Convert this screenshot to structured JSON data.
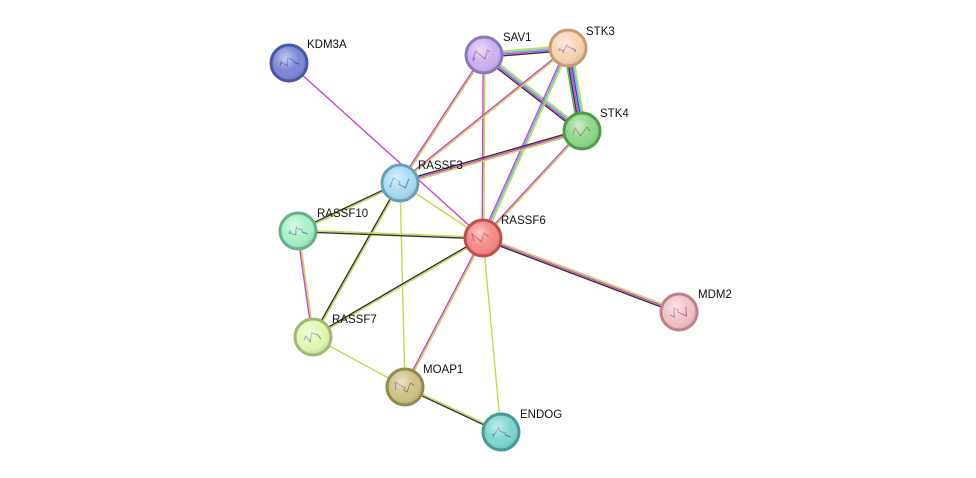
{
  "network": {
    "nodes": [
      {
        "id": "KDM3A",
        "label": "KDM3A",
        "color": "#7d87d6",
        "stroke": "#4a55a8",
        "glyph": "#2233aa"
      },
      {
        "id": "SAV1",
        "label": "SAV1",
        "color": "#cbb3f2",
        "stroke": "#8f74bf",
        "glyph": "#aa3366"
      },
      {
        "id": "STK3",
        "label": "STK3",
        "color": "#f7d3b2",
        "stroke": "#c79b73",
        "glyph": "#7755aa"
      },
      {
        "id": "STK4",
        "label": "STK4",
        "color": "#8fd88a",
        "stroke": "#4f9a4b",
        "glyph": "#885522"
      },
      {
        "id": "RASSF3",
        "label": "RASSF3",
        "color": "#a9dcf5",
        "stroke": "#6c9dbb",
        "glyph": "#3366aa"
      },
      {
        "id": "RASSF10",
        "label": "RASSF10",
        "color": "#a8f0c8",
        "stroke": "#6aaf8a",
        "glyph": "#336699"
      },
      {
        "id": "RASSF6",
        "label": "RASSF6",
        "color": "#f58b8b",
        "stroke": "#c24d4d",
        "glyph": "#aa2222"
      },
      {
        "id": "MDM2",
        "label": "MDM2",
        "color": "#f3c2c9",
        "stroke": "#c08088",
        "glyph": "#994466"
      },
      {
        "id": "RASSF7",
        "label": "RASSF7",
        "color": "#e2f7b4",
        "stroke": "#9fb872",
        "glyph": "#556688"
      },
      {
        "id": "MOAP1",
        "label": "MOAP1",
        "color": "#cdc487",
        "stroke": "#928a4e",
        "glyph": "#884433"
      },
      {
        "id": "ENDOG",
        "label": "ENDOG",
        "color": "#7fd6cf",
        "stroke": "#469a94",
        "glyph": "#336688"
      }
    ],
    "edge_colors": {
      "textmining": "#c5d94a",
      "coexpression": "#333333",
      "experimental": "#d23fd2",
      "database": "#49c8d8",
      "homology": "#3344cc",
      "neighborhood": "#44bb44"
    },
    "edges": [
      {
        "source": "KDM3A",
        "target": "RASSF6",
        "types": [
          "experimental"
        ]
      },
      {
        "source": "SAV1",
        "target": "STK3",
        "types": [
          "textmining",
          "database",
          "experimental",
          "coexpression"
        ]
      },
      {
        "source": "SAV1",
        "target": "STK4",
        "types": [
          "textmining",
          "database",
          "experimental",
          "coexpression"
        ]
      },
      {
        "source": "SAV1",
        "target": "RASSF3",
        "types": [
          "textmining",
          "experimental"
        ]
      },
      {
        "source": "SAV1",
        "target": "RASSF6",
        "types": [
          "textmining",
          "experimental"
        ]
      },
      {
        "source": "STK3",
        "target": "STK4",
        "types": [
          "textmining",
          "database",
          "homology",
          "experimental",
          "coexpression",
          "neighborhood"
        ]
      },
      {
        "source": "STK3",
        "target": "RASSF3",
        "types": [
          "textmining",
          "experimental"
        ]
      },
      {
        "source": "STK3",
        "target": "RASSF6",
        "types": [
          "textmining",
          "database",
          "experimental"
        ]
      },
      {
        "source": "STK4",
        "target": "RASSF3",
        "types": [
          "textmining",
          "experimental",
          "coexpression"
        ]
      },
      {
        "source": "STK4",
        "target": "RASSF6",
        "types": [
          "textmining",
          "experimental"
        ]
      },
      {
        "source": "RASSF3",
        "target": "RASSF10",
        "types": [
          "textmining",
          "coexpression"
        ]
      },
      {
        "source": "RASSF3",
        "target": "RASSF6",
        "types": [
          "textmining"
        ]
      },
      {
        "source": "RASSF3",
        "target": "RASSF7",
        "types": [
          "textmining",
          "coexpression"
        ]
      },
      {
        "source": "RASSF3",
        "target": "MOAP1",
        "types": [
          "textmining"
        ]
      },
      {
        "source": "RASSF10",
        "target": "RASSF6",
        "types": [
          "textmining",
          "coexpression"
        ]
      },
      {
        "source": "RASSF10",
        "target": "RASSF7",
        "types": [
          "textmining",
          "experimental"
        ]
      },
      {
        "source": "RASSF6",
        "target": "MDM2",
        "types": [
          "textmining",
          "experimental",
          "coexpression"
        ]
      },
      {
        "source": "RASSF6",
        "target": "RASSF7",
        "types": [
          "textmining",
          "coexpression"
        ]
      },
      {
        "source": "RASSF6",
        "target": "MOAP1",
        "types": [
          "textmining",
          "experimental"
        ]
      },
      {
        "source": "RASSF6",
        "target": "ENDOG",
        "types": [
          "textmining"
        ]
      },
      {
        "source": "RASSF7",
        "target": "MOAP1",
        "types": [
          "textmining"
        ]
      },
      {
        "source": "MOAP1",
        "target": "ENDOG",
        "types": [
          "textmining",
          "coexpression"
        ]
      }
    ]
  }
}
